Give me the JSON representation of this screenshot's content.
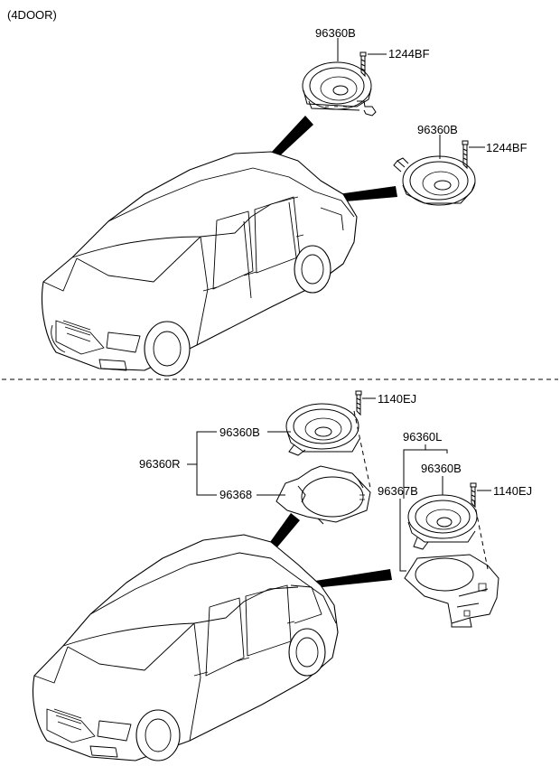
{
  "variants": [
    {
      "title": "(4DOOR)",
      "parts": {
        "rear_speaker_upper": "96360B",
        "rear_screw_upper": "1244BF",
        "rear_speaker_lower": "96360B",
        "rear_screw_lower": "1244BF"
      }
    },
    {
      "title": "",
      "parts": {
        "assembly_right": "96360R",
        "speaker_right": "96360B",
        "bracket_right": "96368",
        "screw_right": "1140EJ",
        "assembly_left": "96360L",
        "speaker_left": "96360B",
        "bracket_left": "96367B",
        "screw_left": "1140EJ"
      }
    }
  ]
}
